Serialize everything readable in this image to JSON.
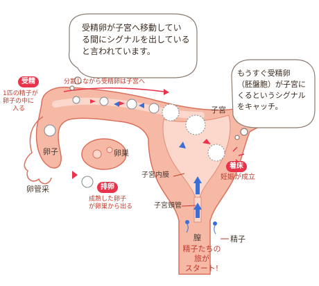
{
  "colors": {
    "tissue": "#f6b9a6",
    "tissue_dark": "#e48a74",
    "outline": "#d9705c",
    "arrow_red": "#e8334a",
    "arrow_blue": "#3a6fd8",
    "bubble_border": "#8a7a70"
  },
  "bubble_left": {
    "line1": "受精卵が子宮へ移動してい",
    "line2": "る間にシグナルを出している",
    "line3": "と言われています。"
  },
  "bubble_right": {
    "line1": "もうすぐ受精卵",
    "line2": "（胚盤胞）が子宮に",
    "line3": "くるというシグナル",
    "line4": "をキャッチ。"
  },
  "labels": {
    "fertilization_tag": "受精",
    "fertilization_note_1": "1匹の精子が",
    "fertilization_note_2": "卵子の中に",
    "fertilization_note_3": "入る",
    "egg": "卵子",
    "fimbria": "卵管采",
    "ovary": "卵巣",
    "dividing_note": "分割しながら受精卵は子宮へ",
    "uterus": "子宮",
    "endometrium": "子宮内膜",
    "cervix": "子宮頸管",
    "vagina": "膣",
    "sperm": "精子",
    "ovulation_tag": "排卵",
    "ovulation_note_1": "成熟した卵子",
    "ovulation_note_2": "が卵巣から出る",
    "implantation_tag": "着床",
    "pregnancy_note": "妊娠が成立",
    "journey_1": "精子たちの",
    "journey_2": "旅が",
    "journey_3": "スタート!"
  }
}
